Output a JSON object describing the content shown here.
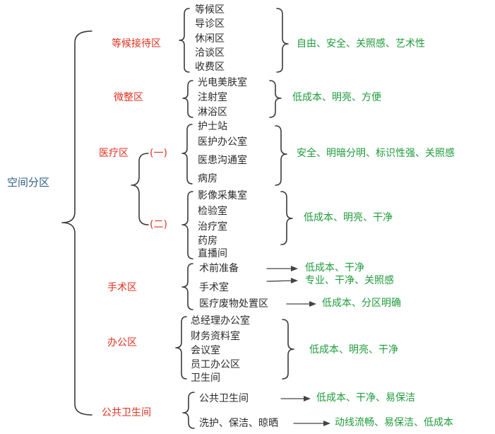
{
  "root": "空间分区",
  "sections": {
    "reception": {
      "title": "等候接待区",
      "items": [
        "等候区",
        "导诊区",
        "休闲区",
        "洽谈区",
        "收费区"
      ],
      "note": "自由、安全、关照感、艺术性"
    },
    "micro": {
      "title": "微整区",
      "items": [
        "光电美肤室",
        "注射室",
        "淋浴区"
      ],
      "note": "低成本、明亮、方便"
    },
    "medical": {
      "title": "医疗区",
      "group1": {
        "label": "(一)",
        "items": [
          "护士站",
          "医护办公室",
          "医患沟通室",
          "病房"
        ],
        "note": "安全、明暗分明、标识性强、关照感"
      },
      "group2": {
        "label": "(二)",
        "items": [
          "影像采集室",
          "检验室",
          "治疗室",
          "药房",
          "直播间"
        ],
        "note": "低成本、明亮、干净"
      }
    },
    "surgery": {
      "title": "手术区",
      "items": [
        "术前准备",
        "手术室",
        "医疗废物处置区"
      ],
      "notes": [
        "低成本、干净",
        "专业、干净、关照感",
        "低成本、分区明确"
      ]
    },
    "office": {
      "title": "办公区",
      "items": [
        "总经理办公室",
        "财务资料室",
        "会议室",
        "员工办公区",
        "卫生间"
      ],
      "note": "低成本、明亮、干净"
    },
    "restroom": {
      "title": "公共卫生间",
      "items": [
        "公共卫生间",
        "洗护、保洁、晾晒"
      ],
      "notes": [
        "低成本、干净、易保洁",
        "动线流畅、易保洁、低成本"
      ]
    }
  }
}
